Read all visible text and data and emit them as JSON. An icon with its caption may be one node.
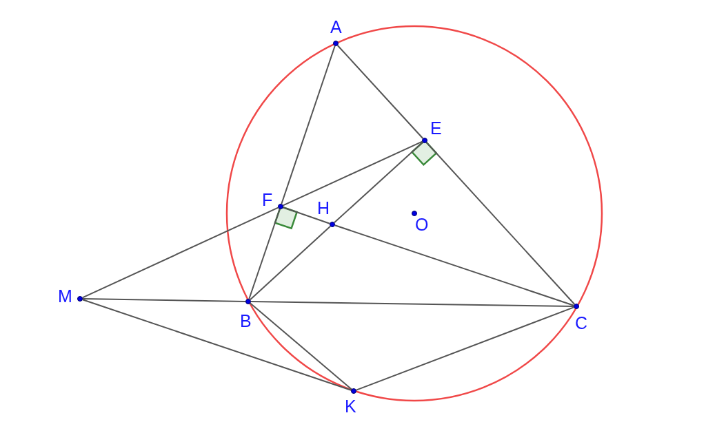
{
  "diagram": {
    "nodes": [
      {
        "text": [
          "A"
        ]
      },
      {
        "text": [
          "E"
        ]
      },
      {
        "text": [
          "F"
        ]
      },
      {
        "text": [
          "H"
        ]
      },
      {
        "text": [
          "O"
        ]
      },
      {
        "text": [
          "M"
        ]
      },
      {
        "text": [
          "B"
        ]
      },
      {
        "text": [
          "C"
        ]
      },
      {
        "text": [
          "K"
        ]
      }
    ],
    "edges": [
      {
        "from": 0,
        "to": 2,
        "arrow": "none"
      },
      {
        "from": 2,
        "to": 6,
        "arrow": "none"
      },
      {
        "from": 0,
        "to": 1,
        "arrow": "none"
      },
      {
        "from": 1,
        "to": 7,
        "arrow": "none"
      },
      {
        "from": 5,
        "to": 2,
        "arrow": "none"
      },
      {
        "from": 2,
        "to": 1,
        "arrow": "none"
      },
      {
        "from": 6,
        "to": 3,
        "arrow": "none"
      },
      {
        "from": 3,
        "to": 1,
        "arrow": "none"
      },
      {
        "from": 2,
        "to": 3,
        "arrow": "none"
      },
      {
        "from": 3,
        "to": 7,
        "arrow": "none"
      },
      {
        "from": 5,
        "to": 6,
        "arrow": "none"
      },
      {
        "from": 6,
        "to": 7,
        "arrow": "none"
      },
      {
        "from": 5,
        "to": 8,
        "arrow": "none"
      },
      {
        "from": 6,
        "to": 8,
        "arrow": "none"
      },
      {
        "from": 8,
        "to": 7,
        "arrow": "none"
      }
    ]
  }
}
